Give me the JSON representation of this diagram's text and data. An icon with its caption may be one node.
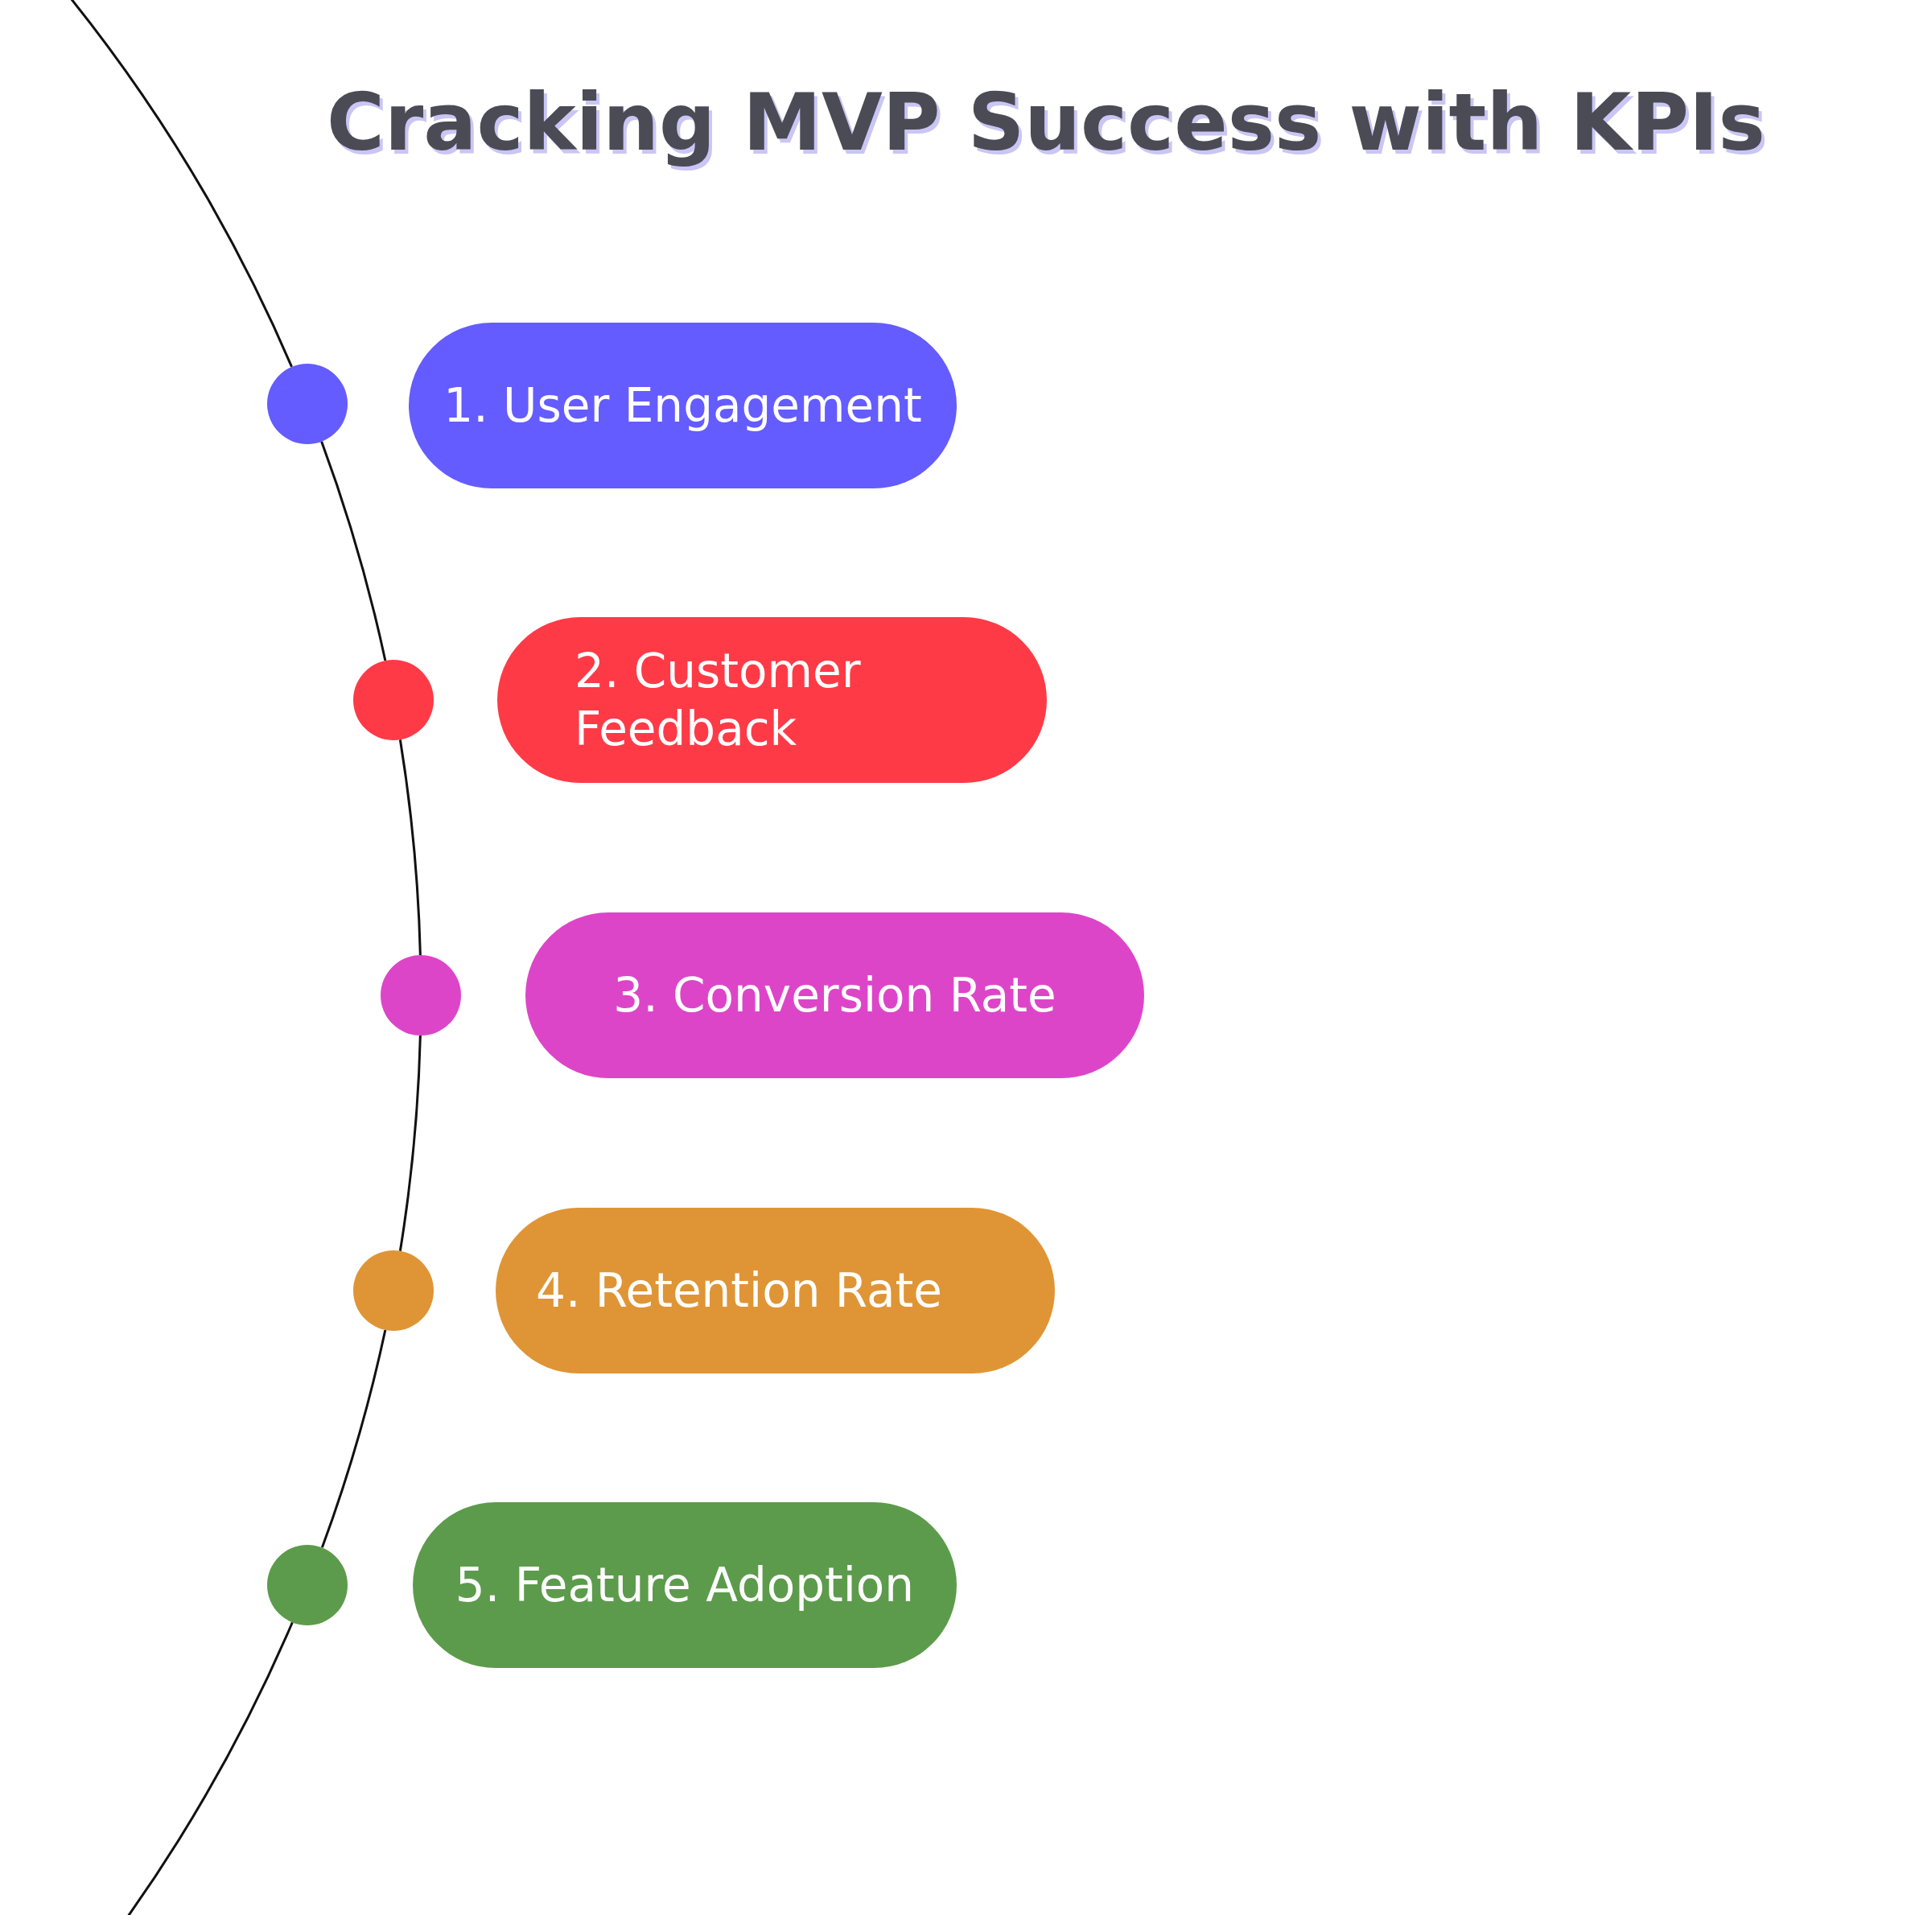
{
  "diagram": {
    "title": "Cracking MVP Success with KPIs",
    "nodes": [
      {
        "text": [
          "1. User Engagement"
        ]
      },
      {
        "text": [
          "2. Customer Feedback"
        ]
      },
      {
        "text": [
          "3. Conversion Rate"
        ]
      },
      {
        "text": [
          "4. Retention Rate"
        ]
      },
      {
        "text": [
          "5. Feature Adoption"
        ]
      },
      {
        "text": [],
        "shape": "circle"
      },
      {
        "text": [],
        "shape": "circle"
      },
      {
        "text": [],
        "shape": "circle"
      },
      {
        "text": [],
        "shape": "circle"
      },
      {
        "text": [],
        "shape": "circle"
      }
    ],
    "edges": [
      {
        "from": 5,
        "to": 6,
        "arrow": "none"
      },
      {
        "from": 6,
        "to": 7,
        "arrow": "none"
      },
      {
        "from": 7,
        "to": 8,
        "arrow": "none"
      },
      {
        "from": 8,
        "to": 9,
        "arrow": "none"
      }
    ]
  }
}
